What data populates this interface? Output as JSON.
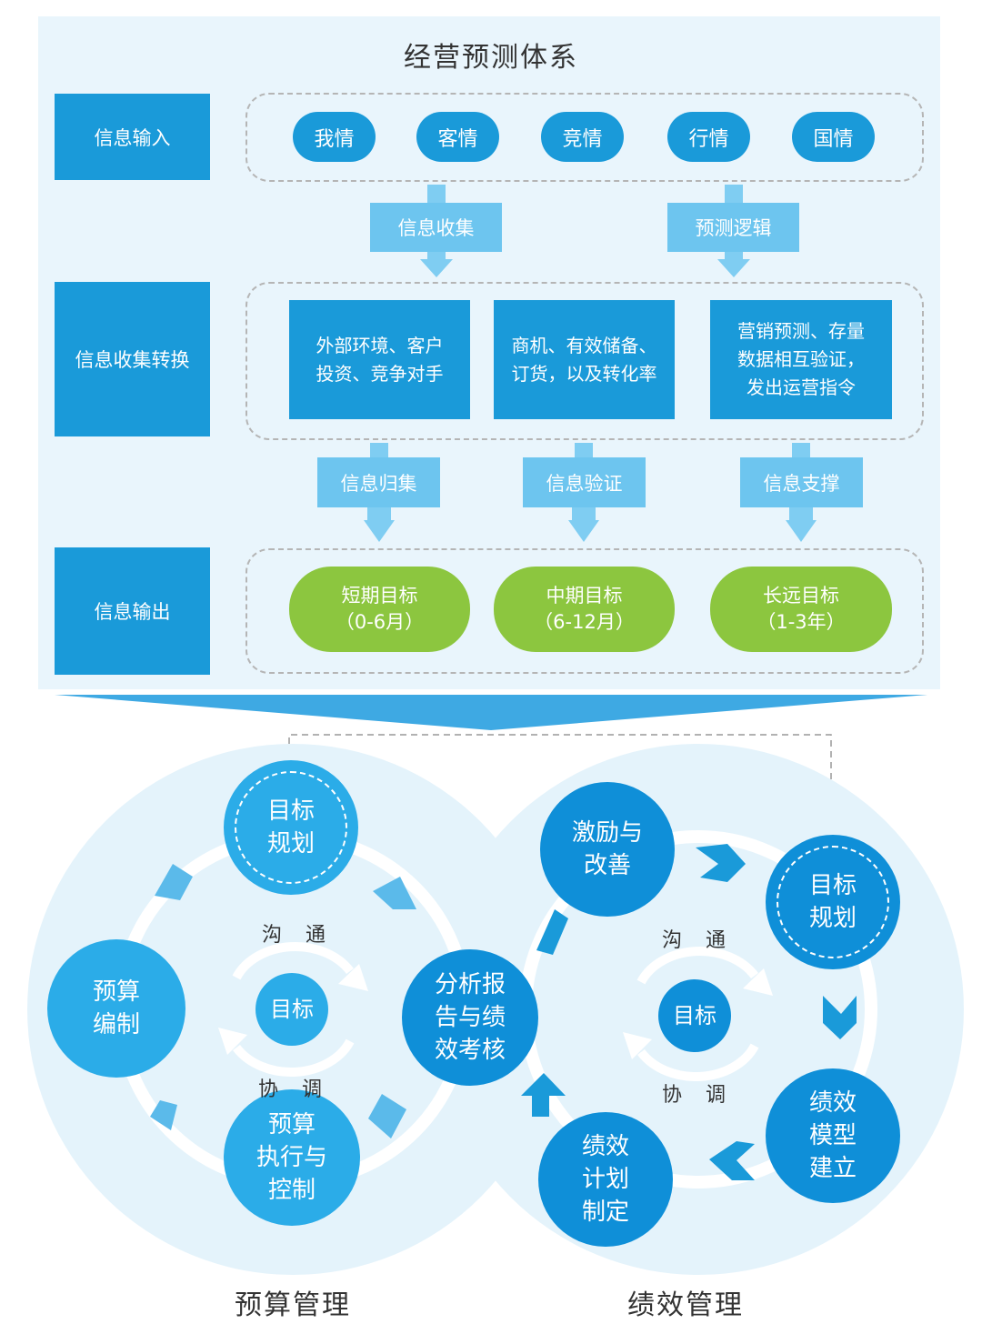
{
  "title": "经营预测体系",
  "rows": {
    "input": "信息输入",
    "convert": "信息收集转换",
    "output": "信息输出"
  },
  "pills": [
    "我情",
    "客情",
    "竞情",
    "行情",
    "国情"
  ],
  "top_labels": [
    "信息收集",
    "预测逻辑"
  ],
  "mid_boxes": [
    "外部环境、客户\n投资、竞争对手",
    "商机、有效储备、\n订货，以及转化率",
    "营销预测、存量\n数据相互验证，\n发出运营指令"
  ],
  "mid_labels": [
    "信息归集",
    "信息验证",
    "信息支撑"
  ],
  "goals": [
    "短期目标\n（0-6月）",
    "中期目标\n（6-12月）",
    "长远目标\n（1-3年）"
  ],
  "budget": {
    "target_plan": "目标\n规划",
    "compile": "预算\n编制",
    "execute": "预算\n执行与\n控制",
    "center": "目标",
    "top_word": "沟通",
    "bottom_word": "协调",
    "label": "预算管理"
  },
  "shared": "分析报\n告与绩\n效考核",
  "performance": {
    "incentive": "激励与\n改善",
    "target_plan": "目标\n规划",
    "model": "绩效\n模型\n建立",
    "plan": "绩效\n计划\n制定",
    "center": "目标",
    "top_word": "沟通",
    "bottom_word": "协调",
    "label": "绩效管理"
  },
  "colors": {
    "primary_blue": "#1a9ad9",
    "light_blue": "#6dc5ef",
    "green": "#8cc63f",
    "panel_bg": "#e9f5fc"
  }
}
